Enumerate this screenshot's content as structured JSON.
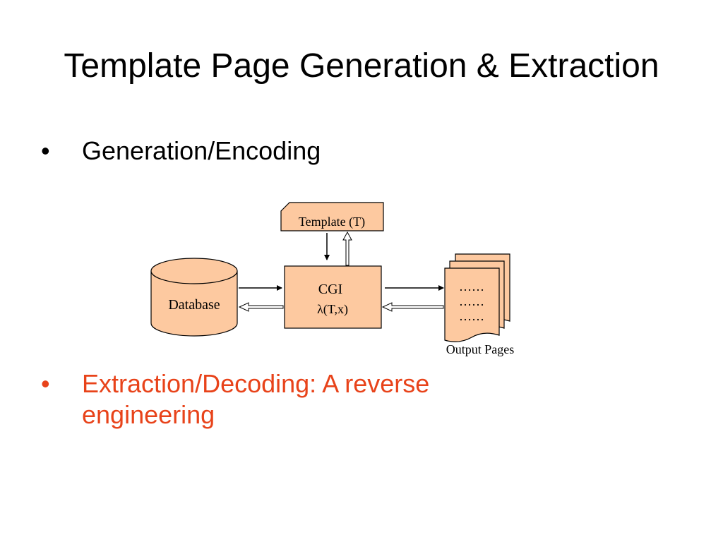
{
  "slide": {
    "title": "Template Page Generation & Extraction",
    "bullets": [
      {
        "marker": "•",
        "text": "Generation/Encoding",
        "color": "#000000"
      },
      {
        "marker": "•",
        "text": "Extraction/Decoding: A reverse engineering",
        "color": "#e8431a"
      }
    ]
  },
  "diagram": {
    "fill_color": "#fdc9a0",
    "template_label": "Template (T)",
    "database_label": "Database",
    "cgi_label": "CGI",
    "cgi_function": "λ(T,x)",
    "output_dots": [
      "……",
      "……",
      "……"
    ],
    "output_caption": "Output Pages"
  }
}
